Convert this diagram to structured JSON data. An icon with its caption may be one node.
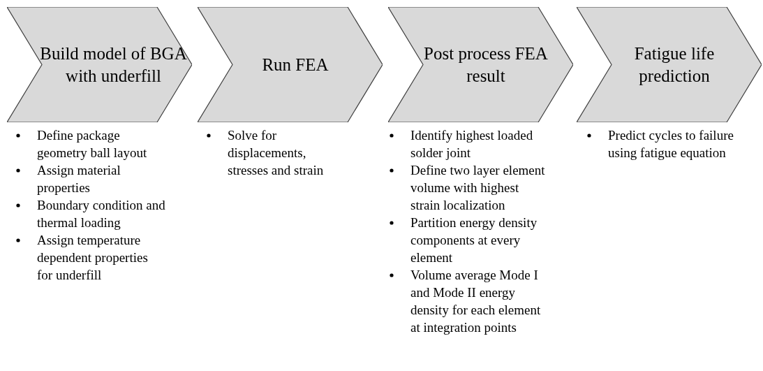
{
  "diagram": {
    "nodes": [
      {
        "text": [
          "Build model of BGA with underfill"
        ],
        "beside": [
          "Define package geometry ball layout",
          "Assign material properties",
          "Boundary condition and thermal loading",
          "Assign temperature dependent properties for underfill"
        ]
      },
      {
        "text": [
          "Run FEA"
        ],
        "beside": [
          "Solve for displacements, stresses and strain"
        ]
      },
      {
        "text": [
          "Post process FEA result"
        ],
        "beside": [
          "Identify highest loaded solder joint",
          "Define two layer element volume with highest strain localization",
          "Partition energy density components at every element",
          "Volume average Mode I and Mode II energy density for each element at integration points"
        ]
      },
      {
        "text": [
          "Fatigue life prediction"
        ],
        "beside": [
          "Predict cycles to failure using fatigue equation"
        ]
      }
    ],
    "edges": []
  }
}
